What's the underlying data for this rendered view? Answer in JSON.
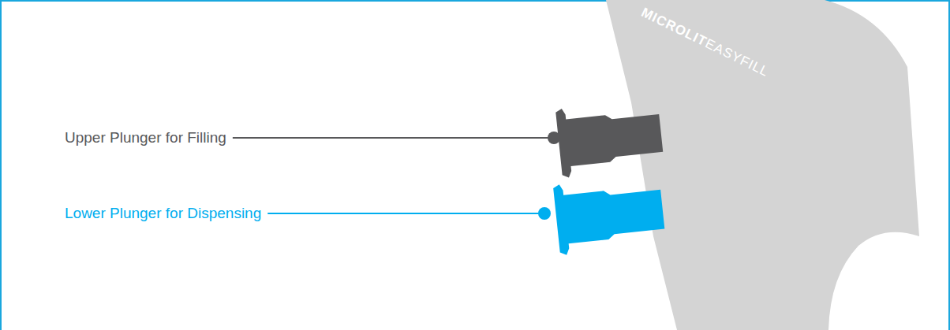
{
  "diagram": {
    "labels": [
      "Upper Plunger for Filling",
      "Lower Plunger for Dispensing",
      "MICROLIT",
      "EASYFILL"
    ]
  }
}
